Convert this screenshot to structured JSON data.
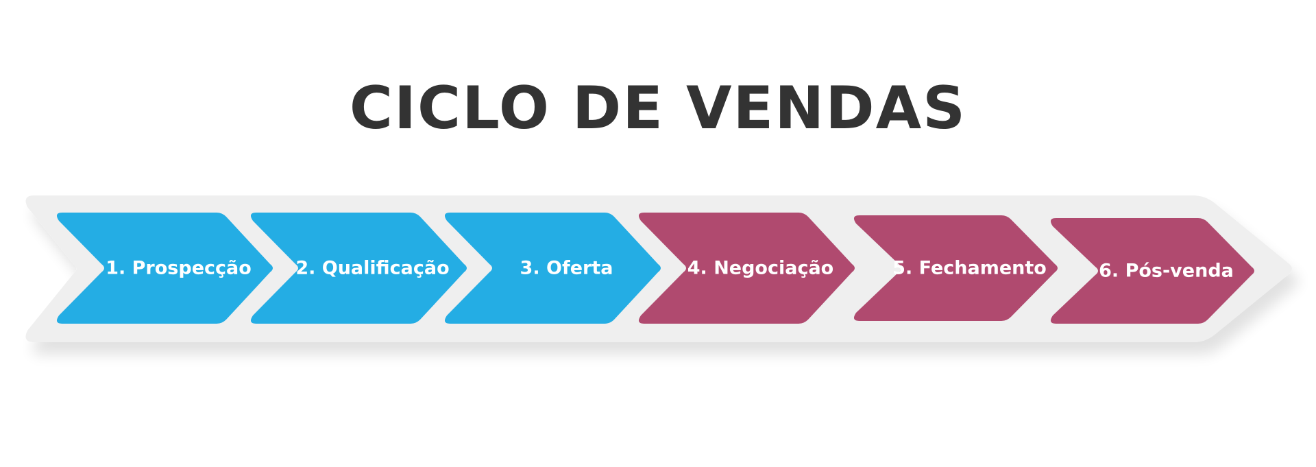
{
  "title": "CICLO DE VENDAS",
  "colors": {
    "track": "#efefef",
    "active": "#24ade4",
    "pending": "#b04a6f",
    "title": "#333333"
  },
  "steps": [
    {
      "label": "1. Prospecção",
      "status": "active"
    },
    {
      "label": "2. Qualificação",
      "status": "active"
    },
    {
      "label": "3. Oferta",
      "status": "active"
    },
    {
      "label": "4. Negociação",
      "status": "pending"
    },
    {
      "label": "5. Fechamento",
      "status": "pending"
    },
    {
      "label": "6. Pós-venda",
      "status": "pending"
    }
  ]
}
